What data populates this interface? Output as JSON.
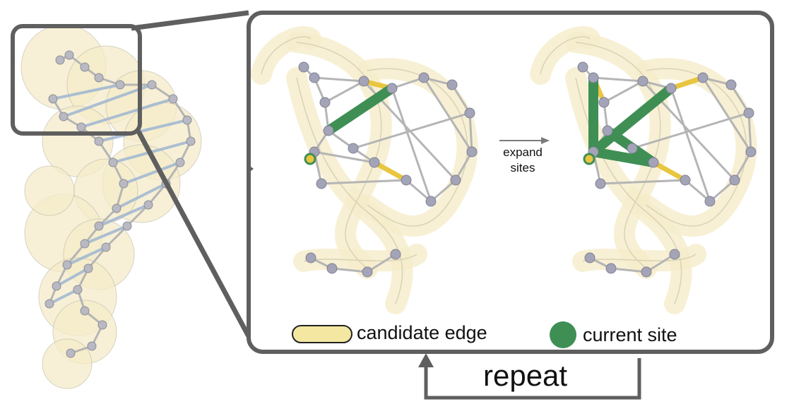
{
  "colors": {
    "frame": "#5f5f5f",
    "candidate_edge": "#f4e7a2",
    "current_site": "#3f8f55",
    "backbone": "#f5ecc9",
    "node": "#a4a4b8",
    "edge": "#b5b5b5",
    "pair_edge": "#9fb6d2"
  },
  "process": {
    "arrow_label": "expand\nsites"
  },
  "legend": {
    "candidate_edge_label": "candidate edge",
    "current_site_label": "current site"
  },
  "loop": {
    "label": "repeat"
  }
}
